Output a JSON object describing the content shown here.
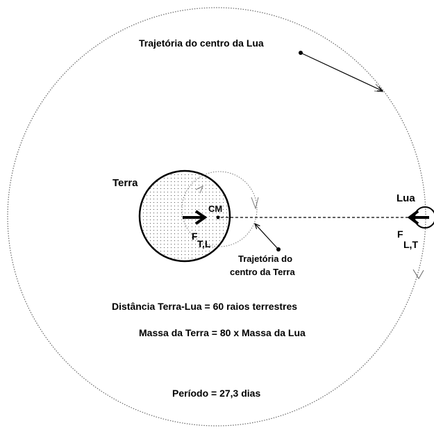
{
  "colors": {
    "background": "#ffffff",
    "ink": "#000000",
    "dotted_orbit": "#666666",
    "earth_fill_dots": "#555555"
  },
  "labels": {
    "moon_trajectory": "Trajetória do centro da Lua",
    "earth_label": "Terra",
    "moon_label": "Lua",
    "center_of_mass": "CM",
    "force_earth_main": "F",
    "force_earth_sub": "T,L",
    "force_moon_main": "F",
    "force_moon_sub": "L,T",
    "earth_trajectory_line1": "Trajetória do",
    "earth_trajectory_line2": "centro da Terra"
  },
  "info": {
    "distance": "Distância Terra-Lua =  60 raios terrestres",
    "mass": "Massa da Terra = 80 x Massa da Lua",
    "period": "Período = 27,3 dias"
  }
}
